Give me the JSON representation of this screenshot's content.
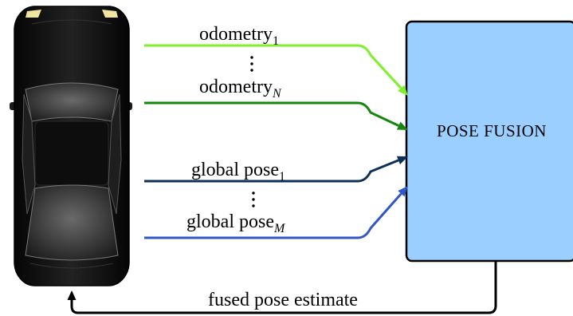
{
  "inputs": [
    {
      "label": "odometry",
      "subscript": "1",
      "subscript_italic": false,
      "color": "#7FF029"
    },
    {
      "label": "odometry",
      "subscript": "N",
      "subscript_italic": true,
      "color": "#16860C"
    },
    {
      "label": "global pose",
      "subscript": "1",
      "subscript_italic": false,
      "color": "#0E2F56"
    },
    {
      "label": "global pose",
      "subscript": "M",
      "subscript_italic": true,
      "color": "#3156C5"
    }
  ],
  "fusion_box": {
    "title": "POSE FUSION",
    "fill_color": "#9ACFFF",
    "border_color": "#000000"
  },
  "output": {
    "label": "fused pose estimate",
    "color": "#000000"
  },
  "car": {
    "body_color": "#111111",
    "window_color": "#4A4A4A",
    "headlight_color": "#F2E5A0"
  }
}
